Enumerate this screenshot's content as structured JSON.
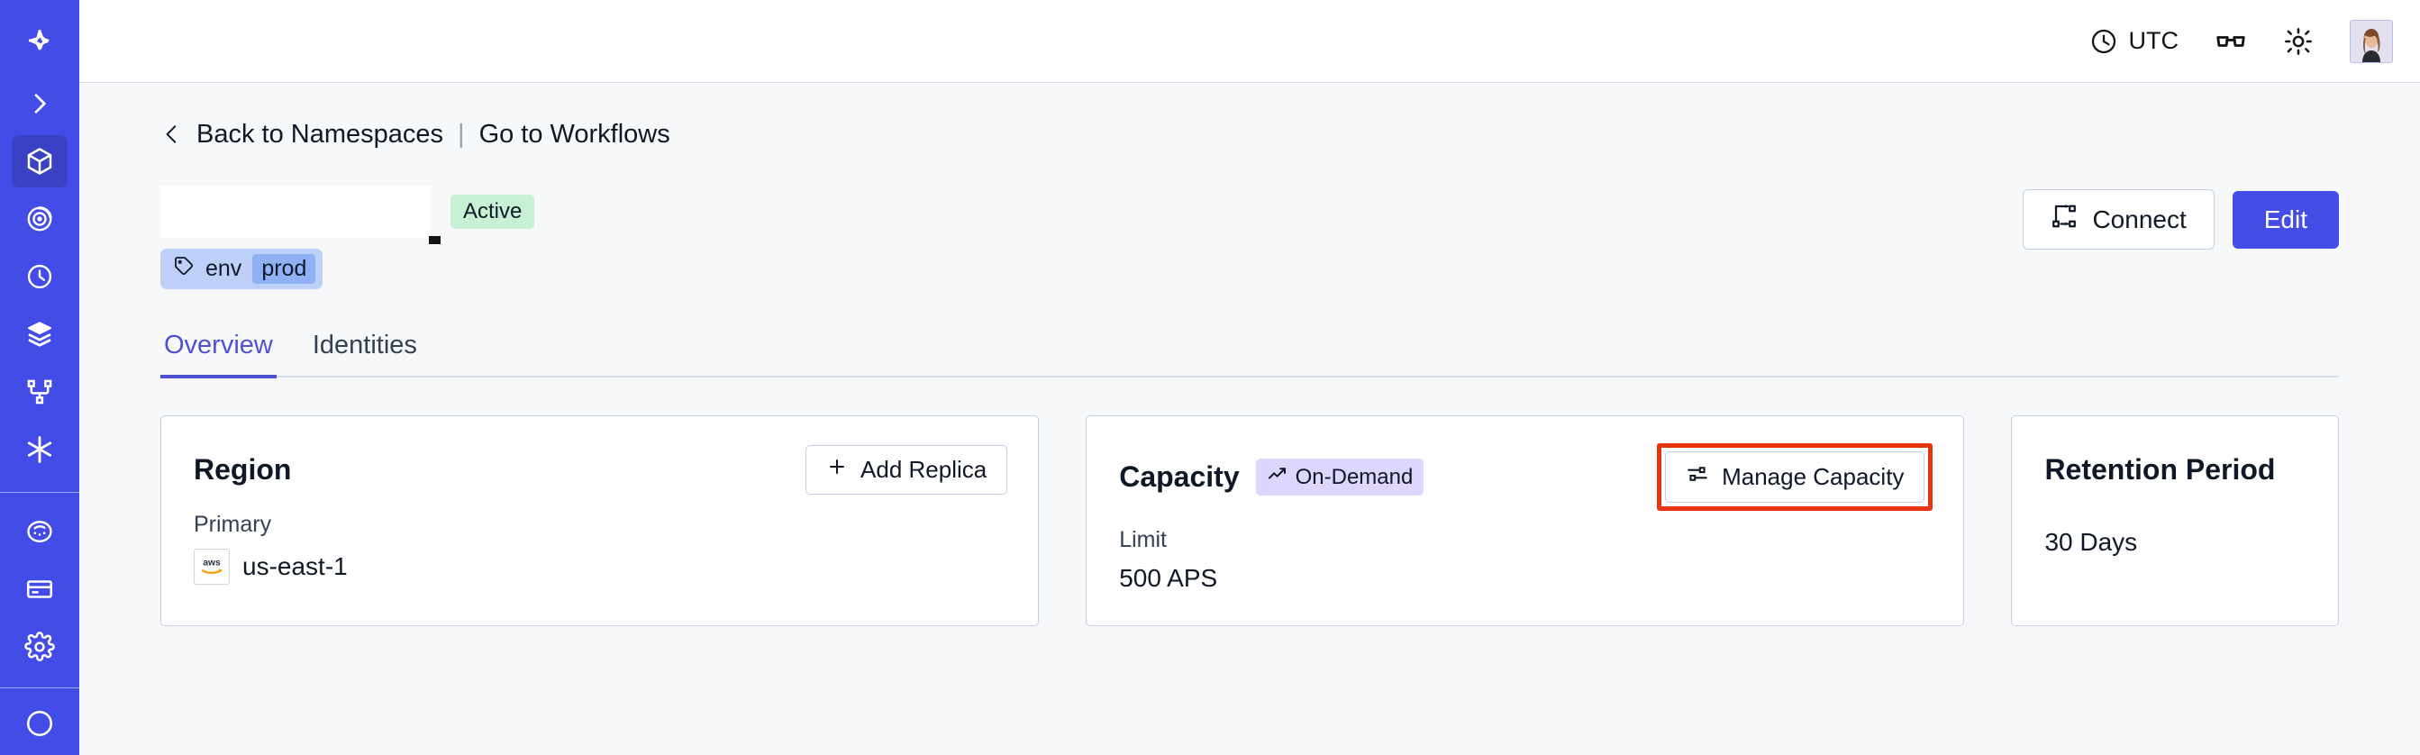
{
  "sidebar": {
    "brand_icon": "temporal-logo-icon",
    "items": [
      {
        "icon": "chevron-right-icon",
        "name": "expand-sidebar",
        "active": false
      },
      {
        "icon": "cube-icon",
        "name": "namespaces",
        "active": true
      },
      {
        "icon": "spiral-eye-icon",
        "name": "observability",
        "active": false
      },
      {
        "icon": "clock-timer-icon",
        "name": "schedules",
        "active": false
      },
      {
        "icon": "layers-icon",
        "name": "batch-operations",
        "active": false
      },
      {
        "icon": "git-branch-icon",
        "name": "workflows",
        "active": false
      },
      {
        "icon": "asterisk-icon",
        "name": "nexus",
        "active": false
      },
      {
        "icon": "palette-icon",
        "name": "usage",
        "active": false
      },
      {
        "icon": "credit-card-icon",
        "name": "billing",
        "active": false
      },
      {
        "icon": "gear-icon",
        "name": "settings",
        "active": false
      }
    ]
  },
  "topbar": {
    "timezone_label": "UTC",
    "timezone_icon": "clock-icon",
    "glasses_icon": "glasses-icon",
    "theme_icon": "sun-icon",
    "avatar_icon": "user-avatar"
  },
  "breadcrumb": {
    "back_icon": "chevron-left-icon",
    "back_label": "Back to Namespaces",
    "separator": "|",
    "forward_label": "Go to Workflows"
  },
  "namespace": {
    "title": "",
    "title_redacted": true,
    "status_badge": "Active",
    "tag": {
      "icon": "tag-icon",
      "key": "env",
      "value": "prod"
    }
  },
  "actions": {
    "connect_label": "Connect",
    "connect_icon": "connect-icon",
    "edit_label": "Edit"
  },
  "tabs": [
    {
      "label": "Overview",
      "active": true
    },
    {
      "label": "Identities",
      "active": false
    }
  ],
  "cards": {
    "region": {
      "title": "Region",
      "action_label": "Add Replica",
      "action_icon": "plus-icon",
      "sublabel": "Primary",
      "provider_icon": "aws-logo-icon",
      "value": "us-east-1"
    },
    "capacity": {
      "title": "Capacity",
      "badge_label": "On-Demand",
      "badge_icon": "trending-up-icon",
      "action_label": "Manage Capacity",
      "action_icon": "sliders-icon",
      "action_highlighted": true,
      "sublabel": "Limit",
      "value": "500 APS"
    },
    "retention": {
      "title": "Retention Period",
      "value": "30 Days"
    }
  },
  "colors": {
    "brand": "#444CE7",
    "sidebar_active": "#3A41C4",
    "page_background": "#F7F8FA",
    "card_border": "#C5CEE0",
    "tab_active": "#4F50D6",
    "badge_active_bg": "#C8F0D4",
    "badge_ondemand_bg": "#DDD6FE",
    "tag_chip_bg": "#BFD0F8",
    "tag_value_bg": "#8FB0F5",
    "annotation_highlight": "#E8340C"
  }
}
